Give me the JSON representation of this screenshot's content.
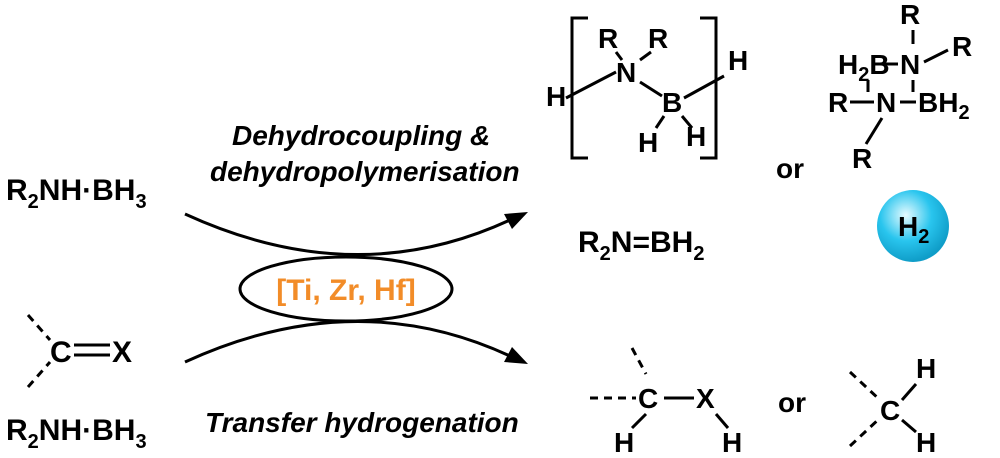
{
  "reactants": {
    "amine_borane_top": {
      "main": "R",
      "s1": "2",
      "mid": "NH·BH",
      "s2": "3"
    },
    "carbonyl": {
      "c": "C",
      "x": "X"
    },
    "amine_borane_bottom": {
      "main": "R",
      "s1": "2",
      "mid": "NH·BH",
      "s2": "3"
    }
  },
  "labels": {
    "dehydro_line1": "Dehydrocoupling &",
    "dehydro_line2": "dehydropolymerisation",
    "transfer": "Transfer hydrogenation"
  },
  "catalyst": "[Ti, Zr, Hf]",
  "products_top": {
    "polymer": {
      "h_left": "H",
      "r1": "R",
      "r2": "R",
      "n": "N",
      "b": "B",
      "h1": "H",
      "h2": "H",
      "h_right": "H"
    },
    "cyclic": {
      "r_top": "R",
      "h2b": "H",
      "h2b_sub": "2",
      "b1": "B",
      "n1": "N",
      "r_right": "R",
      "r_left": "R",
      "n2": "N",
      "b2": "B",
      "h2b2": "H",
      "h2b2_sub": "2",
      "r_bottom": "R"
    },
    "aminoborane": {
      "r": "R",
      "r_sub": "2",
      "rest": "N=BH",
      "h_sub": "2"
    },
    "or": "or",
    "hydrogen": {
      "h": "H",
      "sub": "2"
    }
  },
  "products_bottom": {
    "hydrogenated": {
      "c": "C",
      "x": "X",
      "h_c": "H",
      "h_x": "H"
    },
    "or": "or",
    "alkane": {
      "c": "C",
      "h_top": "H",
      "h_bottom": "H"
    }
  },
  "colors": {
    "catalyst": "#F28C28",
    "hydrogen_ball": "#29C5EE"
  }
}
